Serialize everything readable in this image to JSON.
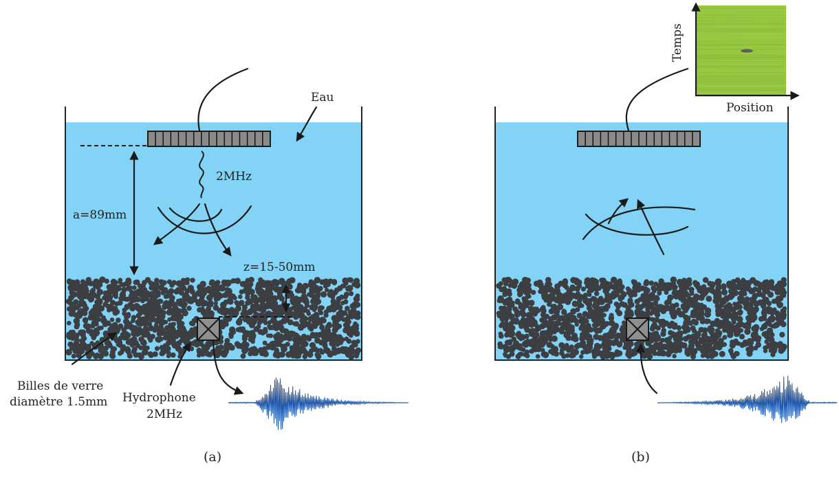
{
  "panel_a": {
    "caption": "(a)",
    "water_label": "Eau",
    "frequency_label": "2MHz",
    "distance_a_label": "a=89mm",
    "depth_z_label": "z=15-50mm",
    "beads_label_line1": "Billes de verre",
    "beads_label_line2": "diamètre 1.5mm",
    "hydrophone_label_line1": "Hydrophone",
    "hydrophone_label_line2": "2MHz"
  },
  "panel_b": {
    "caption": "(b)",
    "inset_y_label": "Temps",
    "inset_x_label": "Position"
  },
  "colors": {
    "water": "#82d3f5",
    "beads": "#3d3e42",
    "array": "#8a8a8a",
    "signal": "#2056a8",
    "inset_bg": "#95c53f"
  },
  "icons": {
    "array": "transducer-array-icon",
    "hydrophone": "hydrophone-icon",
    "signal": "waveform-icon"
  }
}
